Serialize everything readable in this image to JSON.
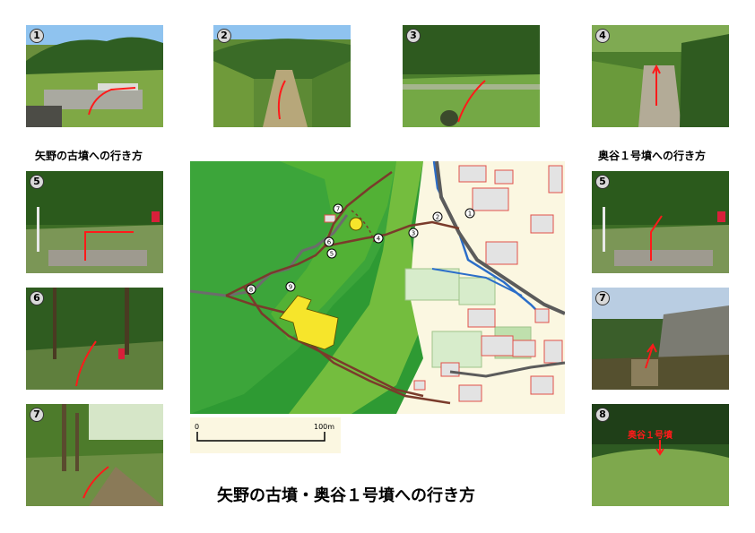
{
  "title": "矢野の古墳・奥谷１号墳への行き方",
  "left_heading": "矢野の古墳への行き方",
  "right_heading": "奥谷１号墳への行き方",
  "photos": [
    {
      "badge": "1"
    },
    {
      "badge": "2"
    },
    {
      "badge": "3"
    },
    {
      "badge": "4"
    },
    {
      "badge": "5"
    },
    {
      "badge": "6"
    },
    {
      "badge": "7"
    },
    {
      "badge": "5"
    },
    {
      "badge": "7"
    },
    {
      "badge": "8",
      "label": "奥谷１号墳"
    }
  ],
  "map": {
    "markers": [
      "1",
      "2",
      "3",
      "4",
      "5",
      "6",
      "7",
      "8",
      "9"
    ],
    "scale_start": "0",
    "scale_end": "100m"
  },
  "colors": {
    "forest_dark": "#2e9a33",
    "forest_mid": "#52b135",
    "field": "#74bd3e",
    "urban": "#fbf7e1",
    "building": "#e3e3e3",
    "building_outline": "#e0504a",
    "route": "#7a3b2b",
    "road": "#5b5b5b",
    "river": "#2b6ec9",
    "tomb": "#f6e52b",
    "arrow": "#ff1a1a"
  }
}
